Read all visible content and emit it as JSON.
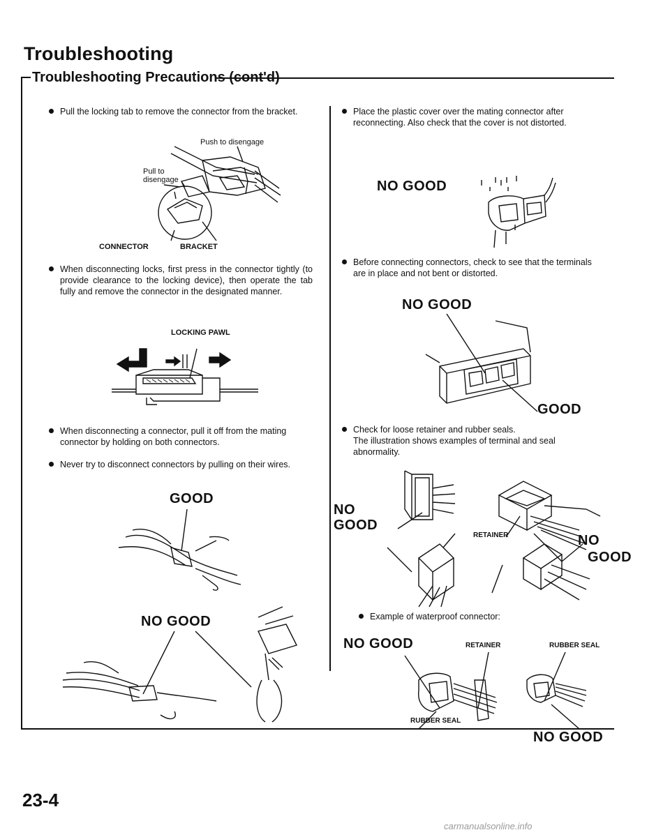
{
  "header": {
    "title": "Troubleshooting",
    "subtitle": "Troubleshooting Precautions (cont'd)"
  },
  "left": {
    "b1": "Pull the locking tab to remove the connector from the bracket.",
    "fig1": {
      "push": "Push to disengage",
      "pull": "Pull to disengage",
      "connector": "CONNECTOR",
      "bracket": "BRACKET"
    },
    "b2": "When disconnecting locks, first press in the connector tightly (to provide clearance to the locking device), then operate the tab fully and remove the connector in the designated manner.",
    "fig2": {
      "pawl": "LOCKING PAWL"
    },
    "b3": "When disconnecting a connector, pull it off from the mating connector by holding on both connectors.",
    "b4": "Never try to disconnect connectors by pulling on their wires.",
    "fig3": {
      "good": "GOOD",
      "nogood": "NO GOOD"
    }
  },
  "right": {
    "b1": "Place the plastic cover over the mating connector after reconnecting. Also check that the cover is not distorted.",
    "fig1": {
      "nogood": "NO GOOD"
    },
    "b2": "Before connecting connectors, check to see that the terminals are in place and not bent or distorted.",
    "fig2": {
      "nogood": "NO GOOD",
      "good": "GOOD"
    },
    "b3a": "Check for loose retainer and rubber seals.",
    "b3b": "The illustration shows examples of terminal and seal abnormality.",
    "fig3": {
      "nogood1a": "NO",
      "nogood1b": "GOOD",
      "retainer": "RETAINER",
      "nogood2a": "NO",
      "nogood2b": "GOOD"
    },
    "b4": "Example of waterproof connector:",
    "fig4": {
      "nogood1": "NO GOOD",
      "retainer": "RETAINER",
      "rubber1": "RUBBER SEAL",
      "rubber2": "RUBBER SEAL",
      "nogood2": "NO GOOD"
    }
  },
  "footer": {
    "page": "23-4",
    "watermark": "carmanualsonline.info"
  }
}
